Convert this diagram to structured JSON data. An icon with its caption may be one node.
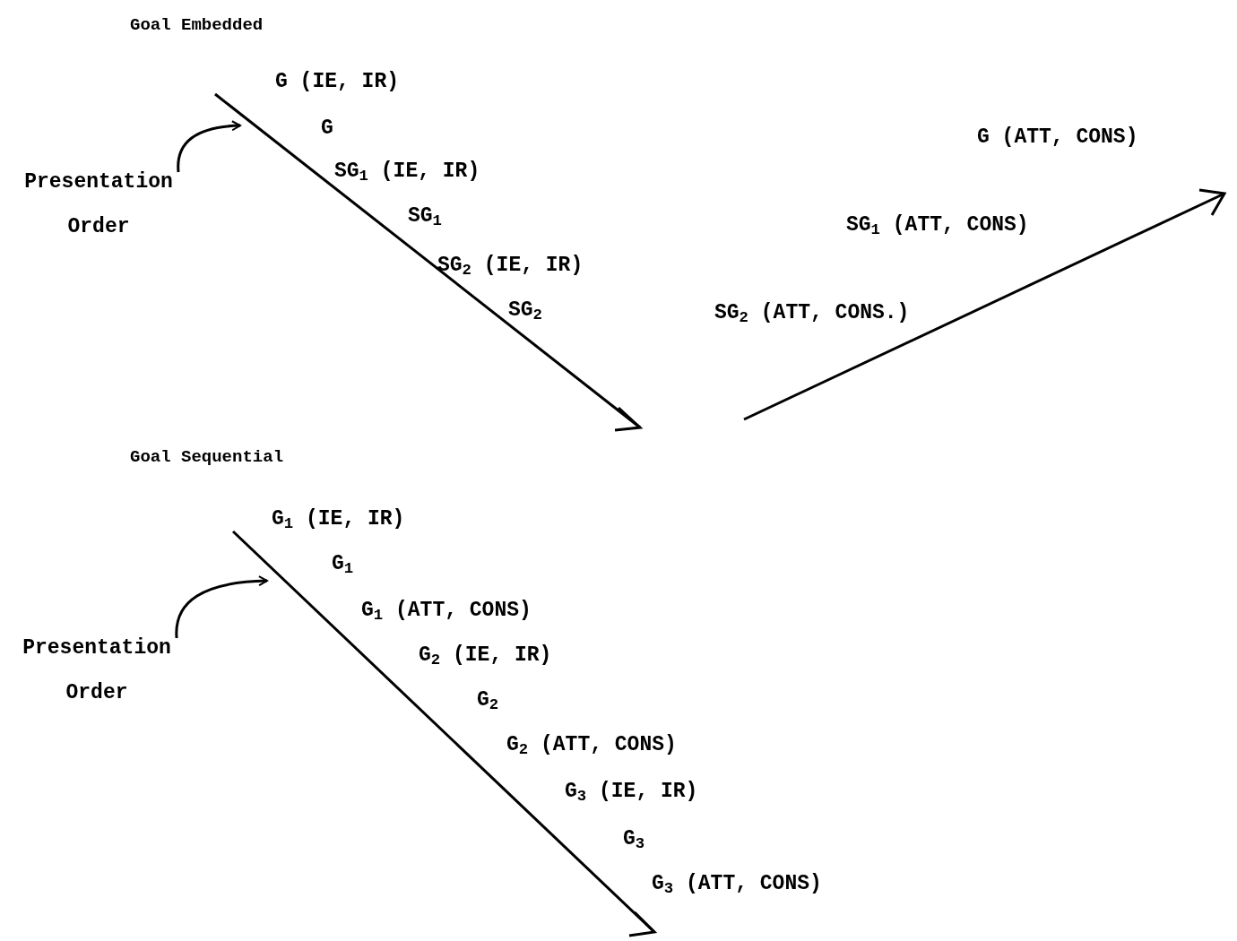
{
  "diagram": {
    "nodes": [
      {
        "text": [
          "Presentation Order"
        ]
      },
      {
        "text": [
          "Presentation Order"
        ]
      }
    ],
    "edges": [
      {
        "from": 0,
        "to": null,
        "arrow": "to"
      },
      {
        "from": 1,
        "to": null,
        "arrow": "to"
      }
    ],
    "labels": [
      "Goal Embedded",
      "G (IE, IR)",
      "G",
      "G (ATT, CONS)",
      "SG$_{1}$ (IE, IR)",
      "SG$_{1}$",
      "SG$_{1}$ (ATT, CONS)",
      "SG$_{2}$ (IE, IR)",
      "SG$_{2}$",
      "SG$_{2}$ (ATT, CONS.)",
      "Goal Sequential",
      "G$_{1}$ (IE, IR)",
      "G$_{1}$",
      "G$_{1}$ (ATT, CONS)",
      "G$_{2}$ (IE, IR)",
      "G$_{2}$",
      "G$_{2}$ (ATT, CONS)",
      "G$_{3}$ (IE, IR)",
      "G$_{3}$",
      "G$_{3}$ (ATT, CONS)"
    ]
  }
}
